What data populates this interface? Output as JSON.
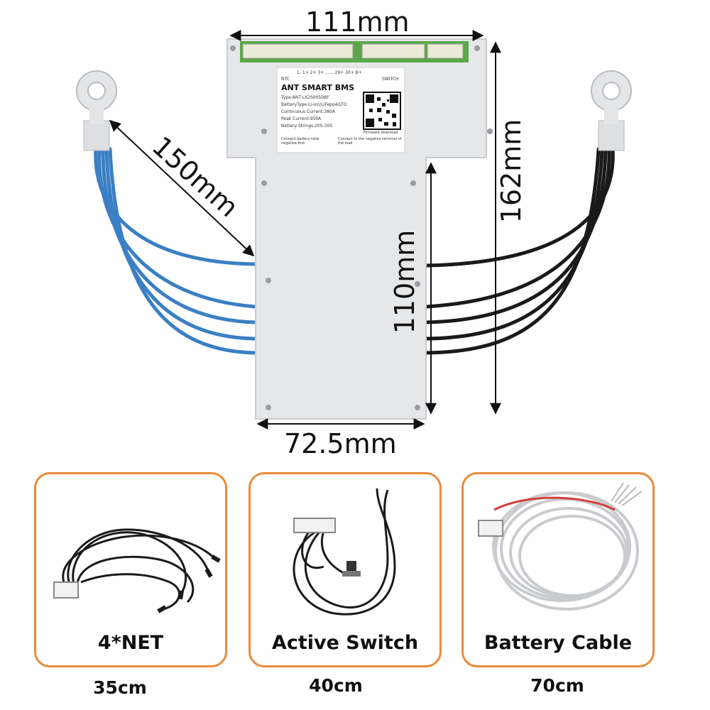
{
  "dimensions": {
    "top_width": "111mm",
    "bottom_width": "72.5mm",
    "total_height": "162mm",
    "body_height": "110mm",
    "wire_length": "150mm"
  },
  "board_label": {
    "title": "ANT SMART BMS",
    "type": "Type:ANT-LX2S0050BF",
    "battery_type": "BatteryType:Li-ion/LiFepo4/LTO",
    "continuous_current": "Continuous Current:380A",
    "peak_current": "Peak Current:950A",
    "battery_strings": "Battery Strings:20S-30S",
    "note_left": "Connect battery total negative first",
    "note_right": "Connect to the negative terminal of the load",
    "qr_caption": "Firmware download",
    "pin_header": "1- 1+ 2+ 3+  ......  29+ 30+ B+",
    "ntc_label": "NTC",
    "switch_label": "SWITCH"
  },
  "accessories": [
    {
      "name": "4*NET",
      "length": "35cm",
      "icon": "ntc-sensor-cable"
    },
    {
      "name": "Active Switch",
      "length": "40cm",
      "icon": "switch-cable"
    },
    {
      "name": "Battery Cable",
      "length": "70cm",
      "icon": "balance-cable"
    }
  ],
  "colors": {
    "accent_border": "#e98b3a",
    "blue_wire": "#3b7fc4",
    "black_wire": "#1a1a1a",
    "board": "#e6e7e9",
    "connector_green": "#5aa84a"
  }
}
